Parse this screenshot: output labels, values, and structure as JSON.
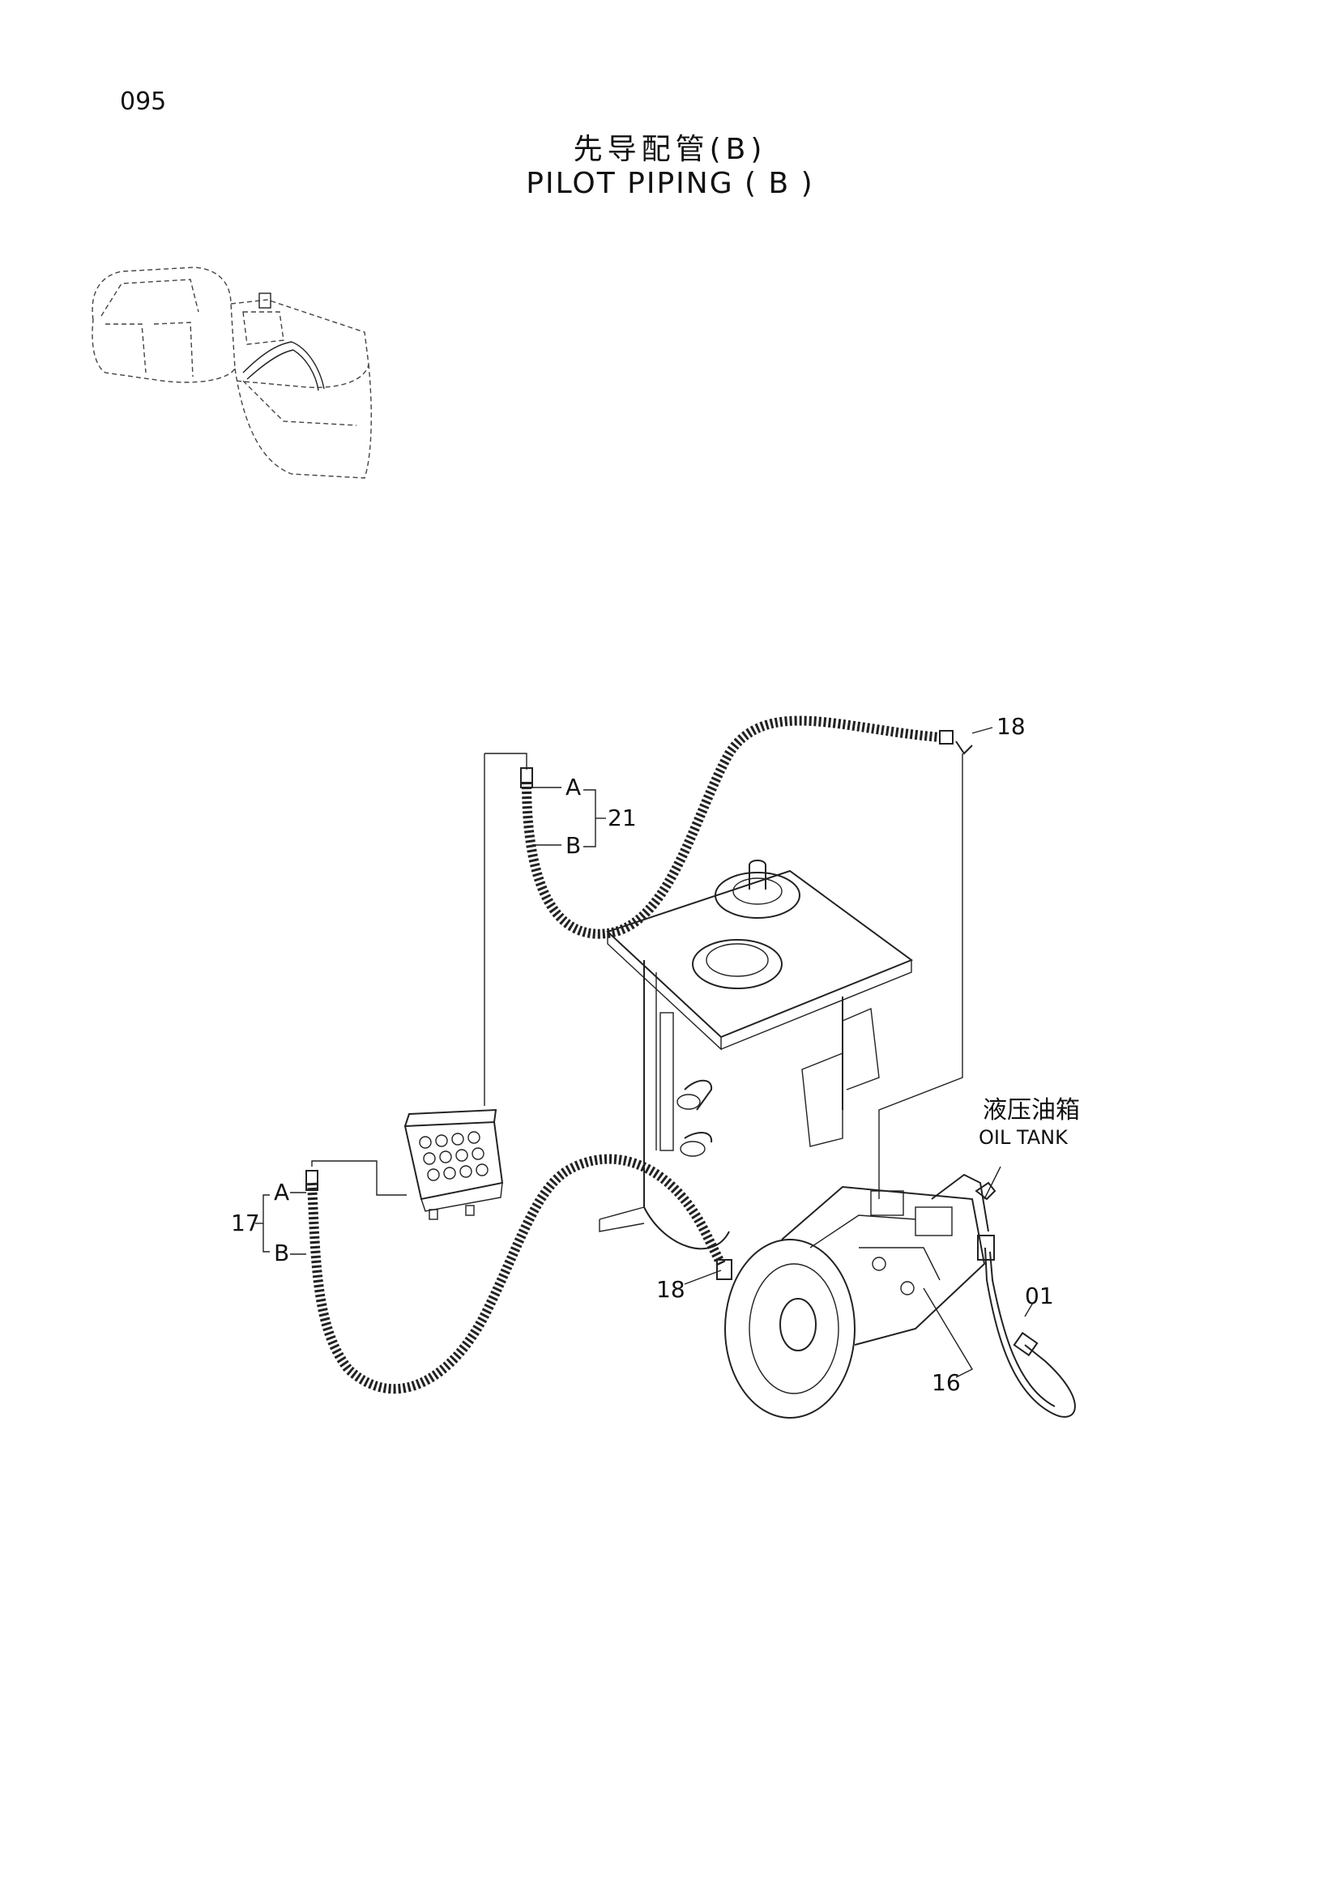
{
  "page_number": "095",
  "title_cn": "先导配管(B)",
  "title_en": "PILOT PIPING ( B )",
  "callouts": {
    "c18_top": "18",
    "c21": "21",
    "c21_a": "A",
    "c21_b": "B",
    "c17": "17",
    "c17_a": "A",
    "c17_b": "B",
    "c18_bottom": "18",
    "c01": "01",
    "c16": "16"
  },
  "labels": {
    "oil_tank_cn": "液压油箱",
    "oil_tank_en": "OIL TANK"
  }
}
